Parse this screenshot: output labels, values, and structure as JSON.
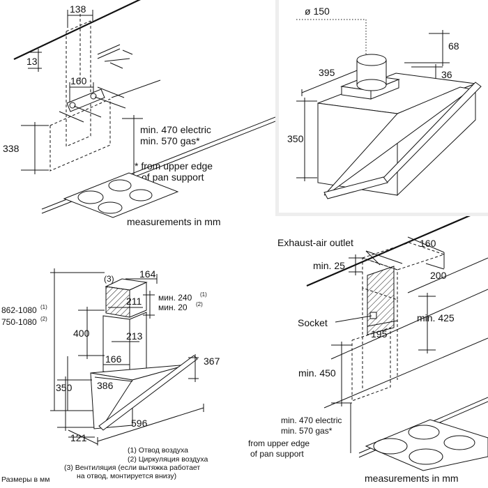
{
  "installation": {
    "dim_138": "138",
    "dim_13": "13",
    "dim_160": "160",
    "dim_338": "338",
    "min_electric": "min. 470 electric",
    "min_gas": "min. 570 gas*",
    "note_line1": "* from upper edge",
    "note_line2": "of pan support",
    "measurements": "measurements in mm"
  },
  "hood": {
    "dim_diameter": "ø 150",
    "dim_68": "68",
    "dim_395": "395",
    "dim_36": "36",
    "dim_350": "350"
  },
  "dimensions": {
    "dim_164": "164",
    "label_3": "(3)",
    "dim_211": "211",
    "min_240": "мин. 240",
    "sup_1a": "(1)",
    "min_20": "мин. 20",
    "sup_2a": "(2)",
    "range_1": "862-1080",
    "sup_1b": "(1)",
    "range_2": "750-1080",
    "sup_2b": "(2)",
    "dim_400": "400",
    "dim_213": "213",
    "dim_166": "166",
    "dim_367": "367",
    "dim_386": "386",
    "dim_350": "350",
    "dim_596": "596",
    "dim_121": "121",
    "legend_1": "(1) Отвод воздуха",
    "legend_2": "(2) Циркуляция воздуха",
    "legend_3a": "(3) Вентиляция (если вытяжка работает",
    "legend_3b": "на отвод, монтируется внизу)",
    "units": "Размеры в мм"
  },
  "wall": {
    "exhaust_outlet": "Exhaust-air outlet",
    "dim_160": "160",
    "min_25": "min. 25",
    "dim_200": "200",
    "socket": "Socket",
    "min_425": "min. 425",
    "dim_195": "195",
    "min_450": "min. 450",
    "min_electric": "min. 470 electric",
    "min_gas": "min. 570 gas*",
    "note_line1": "* from upper edge",
    "note_line2": "of pan support",
    "measurements": "measurements in mm"
  }
}
